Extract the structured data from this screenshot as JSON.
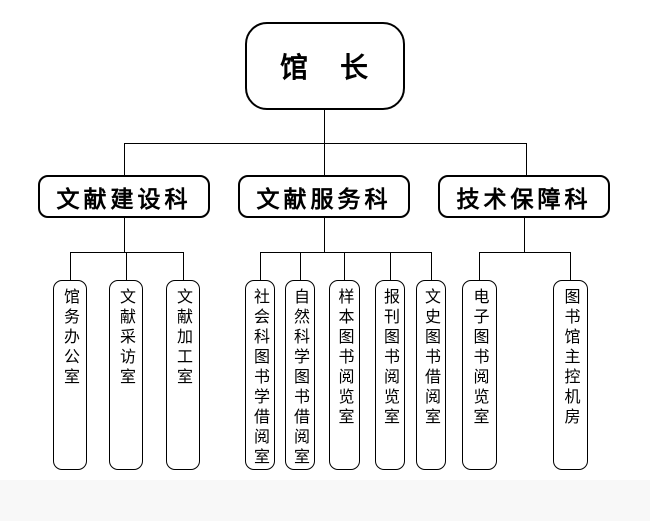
{
  "chart": {
    "type": "org-chart",
    "root": {
      "label": "馆　长"
    },
    "departments": [
      {
        "label": "文献建设科"
      },
      {
        "label": "文献服务科"
      },
      {
        "label": "技术保障科"
      }
    ],
    "offices": {
      "dept1": [
        "馆务办公室",
        "文献采访室",
        "文献加工室"
      ],
      "dept2": [
        "社会科图书学借阅室",
        "自然科学图书借阅室",
        "样本图书阅览室",
        "报刊图书阅览室",
        "文史图书借阅室"
      ],
      "dept3": [
        "电子图书阅览室",
        "图书馆主控机房"
      ]
    },
    "colors": {
      "line": "#000000",
      "background": "#ffffff",
      "text": "#000000"
    }
  }
}
